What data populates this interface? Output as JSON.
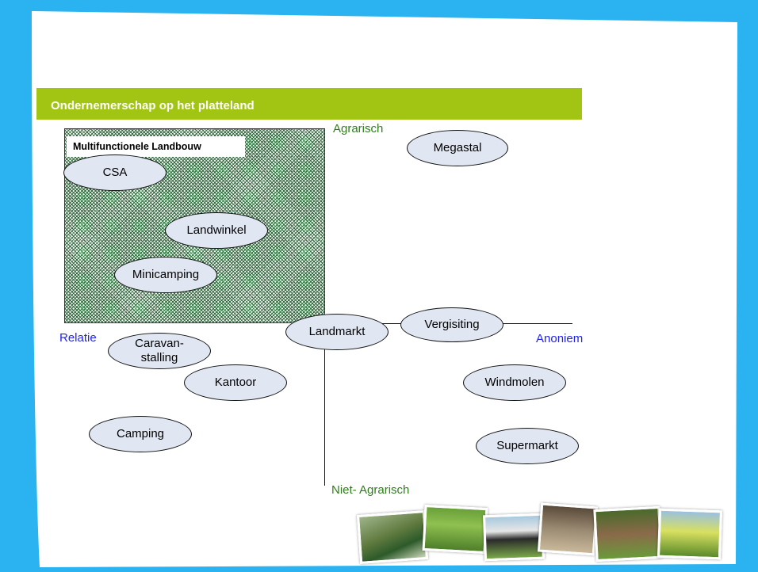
{
  "title": "Ondernemerschap op het platteland",
  "box_label": "Multifunctionele Landbouw",
  "axes": {
    "top": "Agrarisch",
    "bottom": "Niet- Agrarisch",
    "left": "Relatie",
    "right": "Anoniem"
  },
  "nodes": {
    "megastal": "Megastal",
    "csa": "CSA",
    "landwinkel": "Landwinkel",
    "minicamping": "Minicamping",
    "landmarkt": "Landmarkt",
    "vergisiting": "Vergisiting",
    "caravan": "Caravan-\nstalling",
    "kantoor": "Kantoor",
    "windmolen": "Windmolen",
    "camping": "Camping",
    "supermarkt": "Supermarkt"
  },
  "colors": {
    "frame": "#2ab3f0",
    "title_bar": "#a2c514",
    "axis_vertical_labels": "#2f7d1d",
    "axis_horizontal_labels": "#2222ee",
    "ellipse_fill": "#e1e7f2",
    "hatch": "#2f6b3d"
  }
}
